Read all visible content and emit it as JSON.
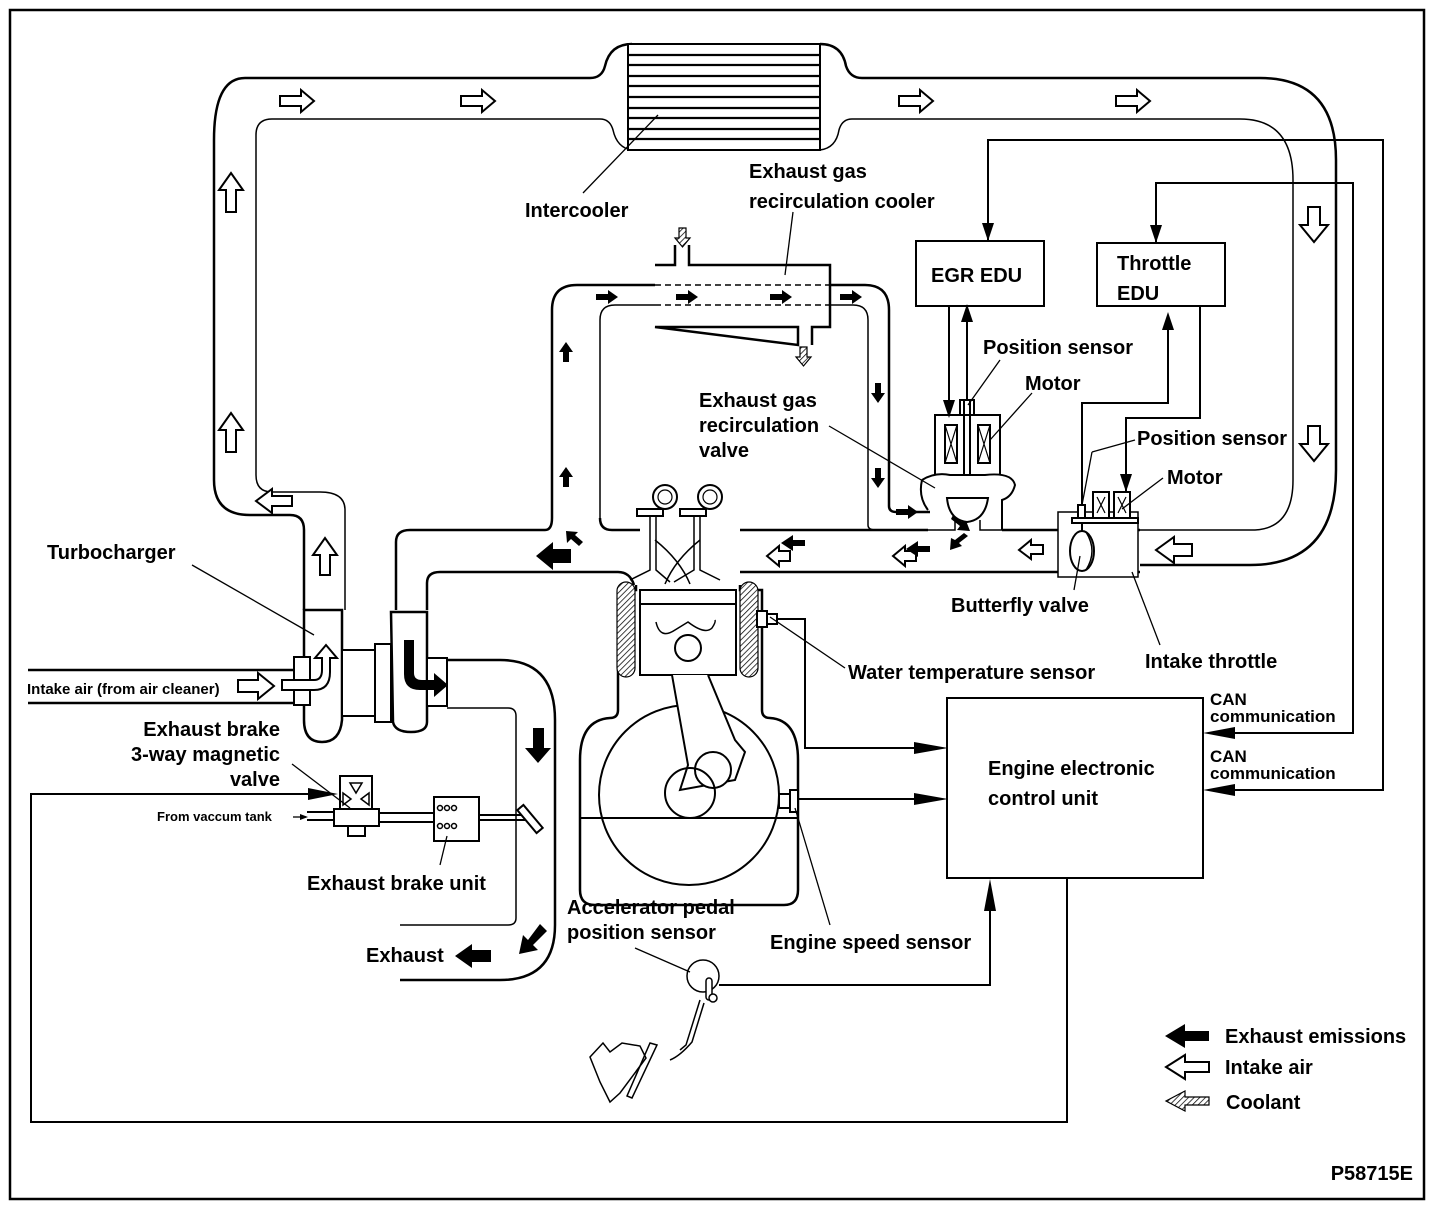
{
  "diagram": {
    "figure_id": "P58715E",
    "labels": {
      "intercooler": "Intercooler",
      "egr_cooler_line1": "Exhaust gas",
      "egr_cooler_line2": "recirculation cooler",
      "egr_edu": "EGR EDU",
      "throttle_edu_line1": "Throttle",
      "throttle_edu_line2": "EDU",
      "egr_position_sensor": "Position sensor",
      "egr_motor": "Motor",
      "egr_valve_line1": "Exhaust gas",
      "egr_valve_line2": "recirculation",
      "egr_valve_line3": "valve",
      "throttle_position_sensor": "Position sensor",
      "throttle_motor": "Motor",
      "turbocharger": "Turbocharger",
      "butterfly_valve": "Butterfly valve",
      "intake_throttle": "Intake throttle",
      "intake_air_source": "Intake air (from air cleaner)",
      "water_temp_sensor": "Water temperature sensor",
      "can_comm_1_line1": "CAN",
      "can_comm_1_line2": "communication",
      "can_comm_2_line1": "CAN",
      "can_comm_2_line2": "communication",
      "exhaust_brake_valve_line1": "Exhaust brake",
      "exhaust_brake_valve_line2": "3-way magnetic",
      "exhaust_brake_valve_line3": "valve",
      "vacuum_tank": "From vaccum tank",
      "ecu_line1": "Engine electronic",
      "ecu_line2": "control unit",
      "exhaust_brake_unit": "Exhaust brake unit",
      "accel_sensor_line1": "Accelerator pedal",
      "accel_sensor_line2": "position sensor",
      "engine_speed_sensor": "Engine speed sensor",
      "exhaust": "Exhaust"
    },
    "legend": {
      "items": [
        {
          "icon": "solid-arrow-icon",
          "label": "Exhaust emissions"
        },
        {
          "icon": "open-arrow-icon",
          "label": "Intake air"
        },
        {
          "icon": "hatched-arrow-icon",
          "label": "Coolant"
        }
      ]
    }
  }
}
